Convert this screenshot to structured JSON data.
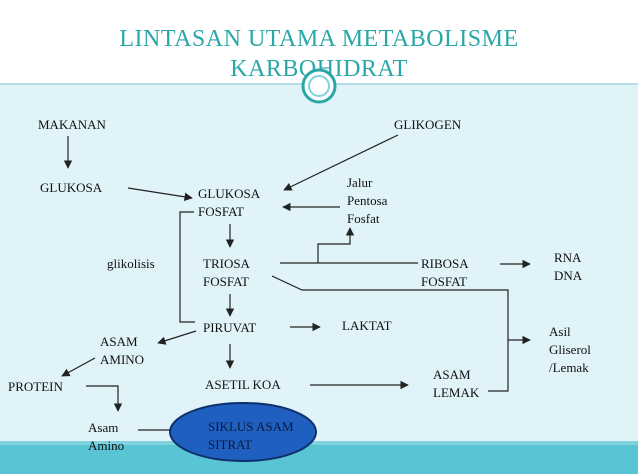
{
  "title": {
    "line1": "LINTASAN UTAMA METABOLISME",
    "line2": "KARBOHIDRAT"
  },
  "nodes": {
    "makanan": "MAKANAN",
    "glikogen": "GLIKOGEN",
    "glukosa": "GLUKOSA",
    "glukosa_fosfat": [
      "GLUKOSA",
      "FOSFAT"
    ],
    "jalur_pentosa": [
      "Jalur",
      "Pentosa",
      "Fosfat"
    ],
    "glikolisis": "glikolisis",
    "triosa_fosfat": [
      "TRIOSA",
      "FOSFAT"
    ],
    "ribosa_fosfat": [
      "RIBOSA",
      "FOSFAT"
    ],
    "rna_dna": [
      "RNA",
      "DNA"
    ],
    "asam_amino_upper": [
      "ASAM",
      "AMINO"
    ],
    "piruvat": "PIRUVAT",
    "laktat": "LAKTAT",
    "asil_gliserol": [
      "Asil",
      "Gliserol",
      "/Lemak"
    ],
    "protein": "PROTEIN",
    "asetil_koa": "ASETIL KOA",
    "asam_lemak": [
      "ASAM",
      "LEMAK"
    ],
    "asam_amino_lower": [
      "Asam",
      "Amino"
    ],
    "siklus": [
      "SIKLUS ASAM",
      "SITRAT"
    ]
  },
  "colors": {
    "title": "#2aa7a8",
    "body_background": "#dff3f8",
    "footer": "#59c4d3",
    "ellipse_fill": "#1f5fbf",
    "ellipse_stroke": "#0d2f6b",
    "arrow": "#222222"
  }
}
